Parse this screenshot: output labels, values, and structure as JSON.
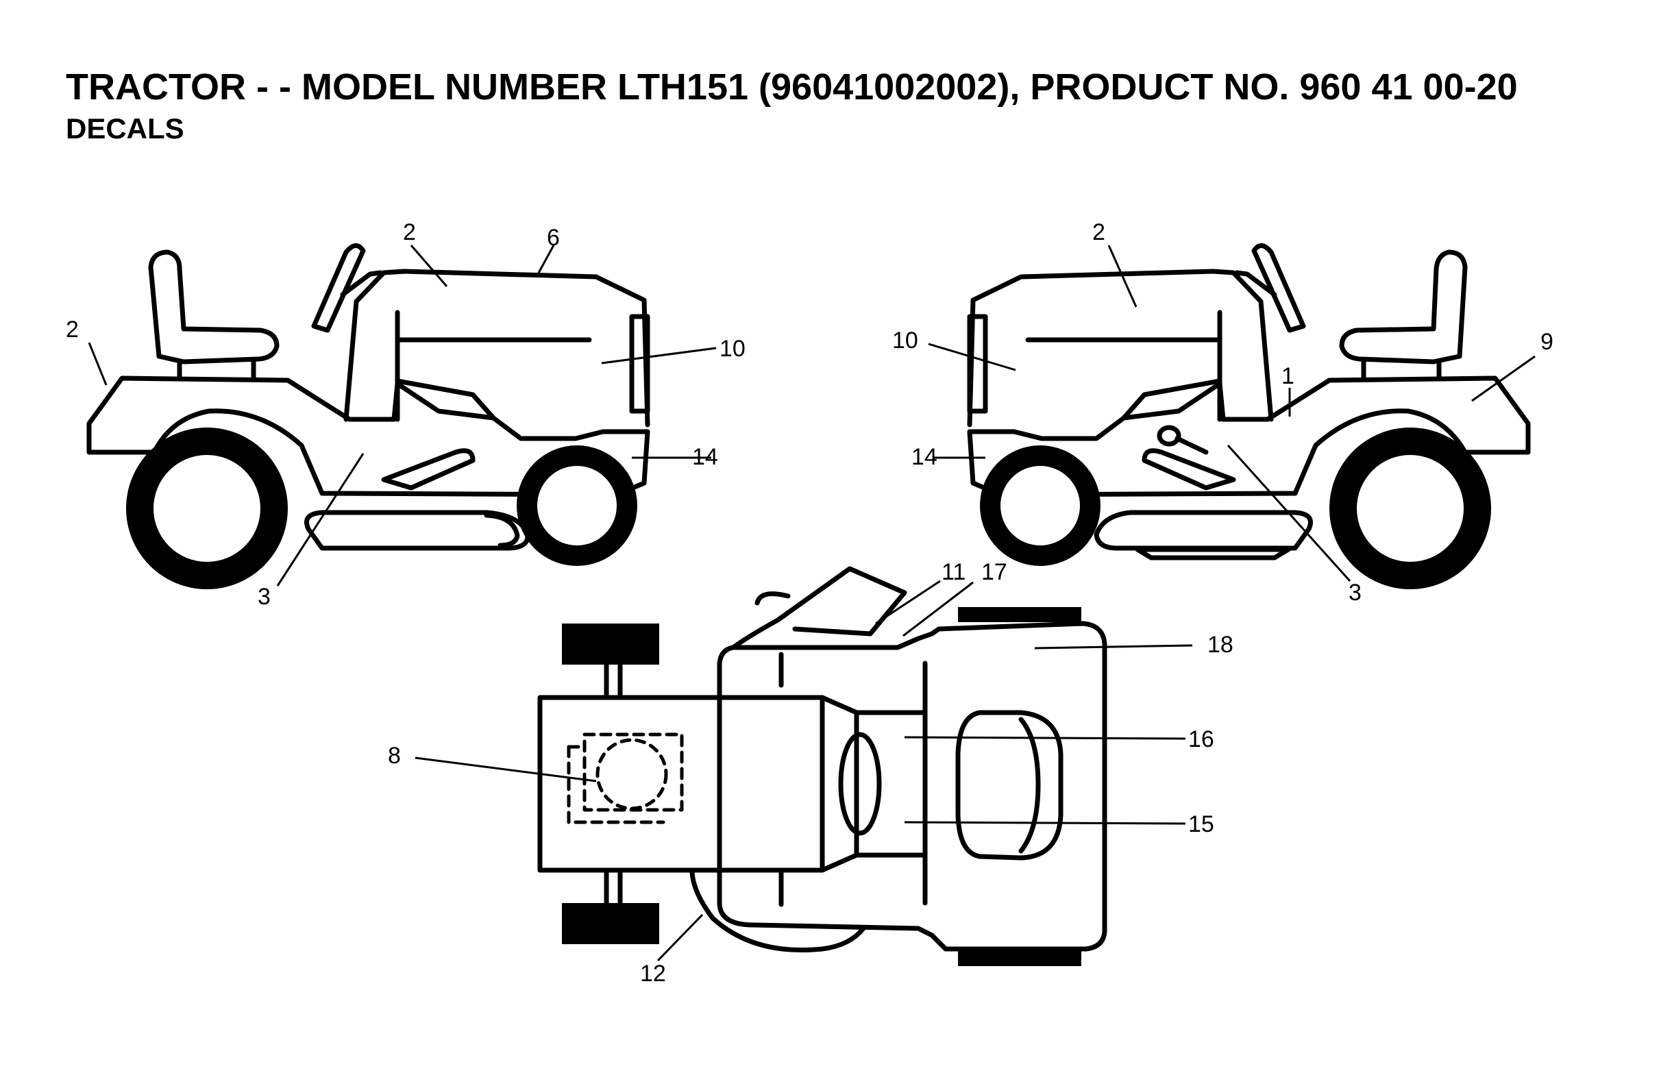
{
  "header": {
    "title": "TRACTOR - - MODEL NUMBER LTH151 (96041002002), PRODUCT NO. 960 41 00-20",
    "subtitle": "DECALS"
  },
  "callouts": {
    "c1": "1",
    "c2": "2",
    "c3": "3",
    "c6": "6",
    "c8": "8",
    "c9": "9",
    "c10": "10",
    "c11": "11",
    "c12": "12",
    "c14": "14",
    "c15": "15",
    "c16": "16",
    "c17": "17",
    "c18": "18"
  },
  "colors": {
    "ink": "#000000",
    "paper": "#ffffff"
  }
}
